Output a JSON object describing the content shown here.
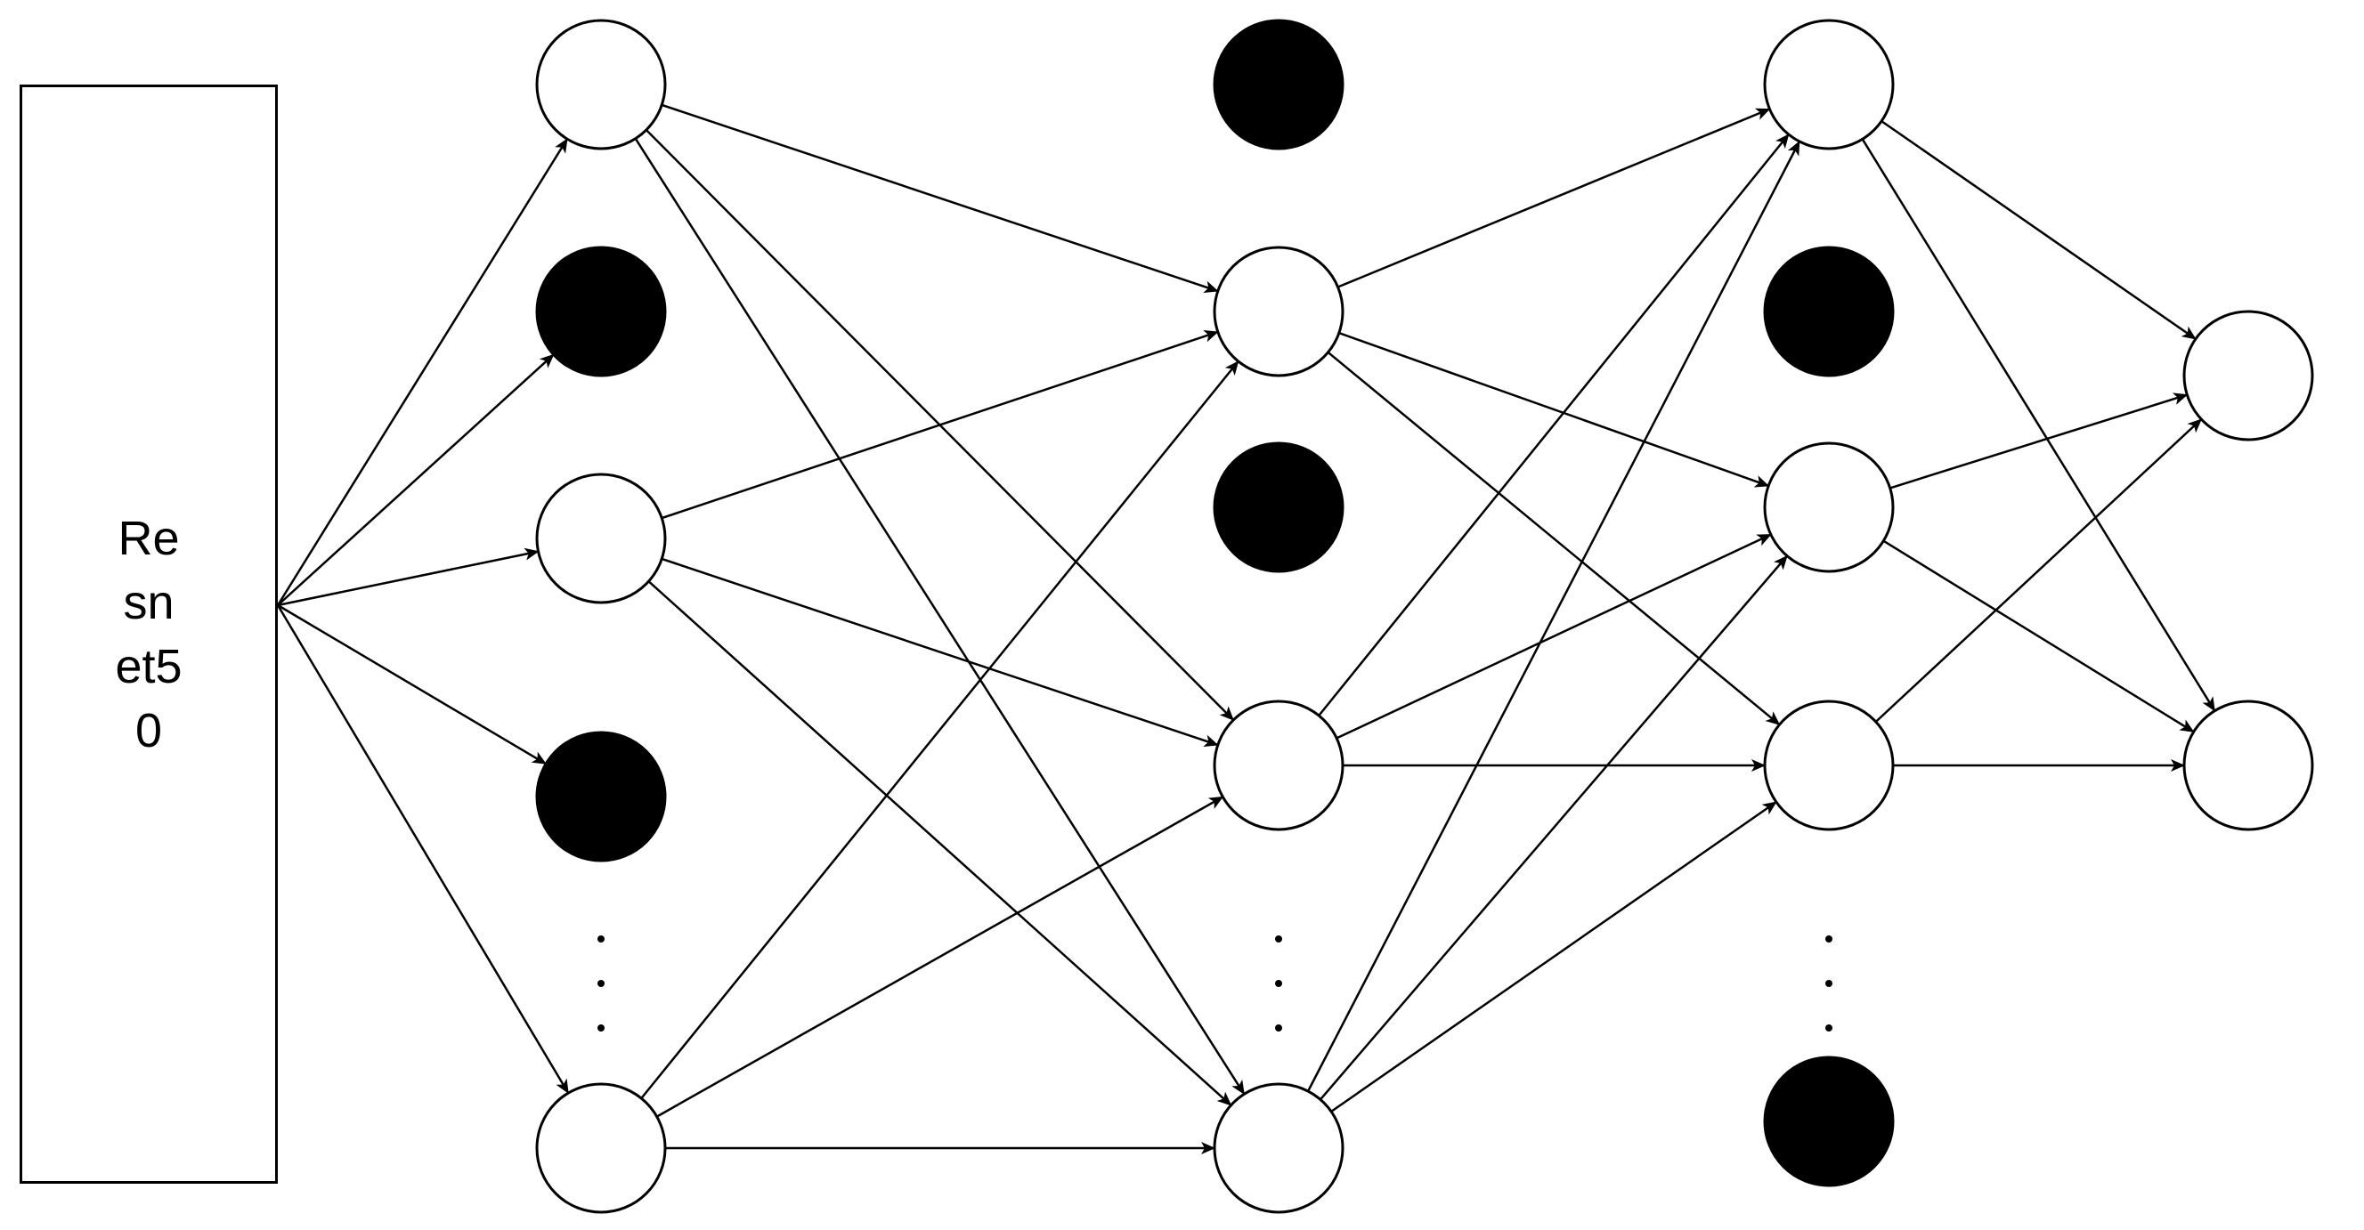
{
  "diagram": {
    "input_block": {
      "label": "Resnet50"
    },
    "colors": {
      "stroke": "#000000",
      "active_fill": "#ffffff",
      "dropped_fill": "#000000"
    },
    "layers": [
      {
        "name": "hidden-1",
        "nodes": [
          {
            "id": "h1-0",
            "state": "active"
          },
          {
            "id": "h1-1",
            "state": "dropped"
          },
          {
            "id": "h1-2",
            "state": "active"
          },
          {
            "id": "h1-3",
            "state": "dropped"
          },
          {
            "id": "h1-4",
            "state": "active"
          }
        ],
        "has_ellipsis": true
      },
      {
        "name": "hidden-2",
        "nodes": [
          {
            "id": "h2-0",
            "state": "dropped"
          },
          {
            "id": "h2-1",
            "state": "active"
          },
          {
            "id": "h2-2",
            "state": "dropped"
          },
          {
            "id": "h2-3",
            "state": "active"
          },
          {
            "id": "h2-4",
            "state": "active"
          }
        ],
        "has_ellipsis": true
      },
      {
        "name": "hidden-3",
        "nodes": [
          {
            "id": "h3-0",
            "state": "active"
          },
          {
            "id": "h3-1",
            "state": "dropped"
          },
          {
            "id": "h3-2",
            "state": "active"
          },
          {
            "id": "h3-3",
            "state": "active"
          },
          {
            "id": "h3-4",
            "state": "dropped"
          }
        ],
        "has_ellipsis": true
      },
      {
        "name": "output",
        "nodes": [
          {
            "id": "o-0",
            "state": "active"
          },
          {
            "id": "o-1",
            "state": "active"
          }
        ],
        "has_ellipsis": false
      }
    ],
    "edges": [
      [
        "input",
        "h1-0"
      ],
      [
        "input",
        "h1-1"
      ],
      [
        "input",
        "h1-2"
      ],
      [
        "input",
        "h1-3"
      ],
      [
        "input",
        "h1-4"
      ],
      [
        "h1-0",
        "h2-1"
      ],
      [
        "h1-0",
        "h2-3"
      ],
      [
        "h1-0",
        "h2-4"
      ],
      [
        "h1-2",
        "h2-1"
      ],
      [
        "h1-2",
        "h2-3"
      ],
      [
        "h1-2",
        "h2-4"
      ],
      [
        "h1-4",
        "h2-1"
      ],
      [
        "h1-4",
        "h2-3"
      ],
      [
        "h1-4",
        "h2-4"
      ],
      [
        "h2-1",
        "h3-0"
      ],
      [
        "h2-1",
        "h3-2"
      ],
      [
        "h2-1",
        "h3-3"
      ],
      [
        "h2-3",
        "h3-0"
      ],
      [
        "h2-3",
        "h3-2"
      ],
      [
        "h2-3",
        "h3-3"
      ],
      [
        "h2-4",
        "h3-0"
      ],
      [
        "h2-4",
        "h3-2"
      ],
      [
        "h2-4",
        "h3-3"
      ],
      [
        "h3-0",
        "o-0"
      ],
      [
        "h3-0",
        "o-1"
      ],
      [
        "h3-2",
        "o-0"
      ],
      [
        "h3-2",
        "o-1"
      ],
      [
        "h3-3",
        "o-0"
      ],
      [
        "h3-3",
        "o-1"
      ]
    ]
  }
}
